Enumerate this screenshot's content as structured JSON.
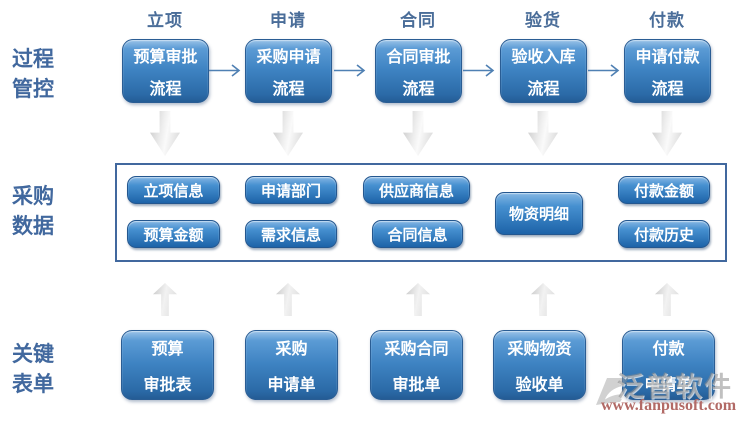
{
  "row_labels": {
    "process": [
      "过程",
      "管控"
    ],
    "data": [
      "采购",
      "数据"
    ],
    "forms": [
      "关键",
      "表单"
    ]
  },
  "stages": [
    {
      "header": "立项",
      "process_line1": "预算审批",
      "process_line2": "流程",
      "data_items": [
        "立项信息",
        "预算金额"
      ],
      "form_line1": "预算",
      "form_line2": "审批表"
    },
    {
      "header": "申请",
      "process_line1": "采购申请",
      "process_line2": "流程",
      "data_items": [
        "申请部门",
        "需求信息"
      ],
      "form_line1": "采购",
      "form_line2": "申请单"
    },
    {
      "header": "合同",
      "process_line1": "合同审批",
      "process_line2": "流程",
      "data_items": [
        "供应商信息",
        "合同信息"
      ],
      "form_line1": "采购合同",
      "form_line2": "审批单"
    },
    {
      "header": "验货",
      "process_line1": "验收入库",
      "process_line2": "流程",
      "data_items": [
        "物资明细"
      ],
      "form_line1": "采购物资",
      "form_line2": "验收单"
    },
    {
      "header": "付款",
      "process_line1": "申请付款",
      "process_line2": "流程",
      "data_items": [
        "付款金额",
        "付款历史"
      ],
      "form_line1": "付款",
      "form_line2": "申请单"
    }
  ],
  "watermark": {
    "brand": "泛普软件",
    "url": "www.fanpusoft.com"
  },
  "colors": {
    "box_blue_top": "#5b9bd5",
    "box_blue_bottom": "#2b6aa7",
    "pill_blue_bottom": "#1d63a8",
    "container_border": "#41689e",
    "header_text": "#4a6d99",
    "row_label_text": "#41689e",
    "flow_arrow": "#4f80b3",
    "block_arrow_silver": "#e6e6e6",
    "watermark_gray": "#8c8c8c",
    "watermark_url_red": "#b26a66",
    "background": "#ffffff"
  }
}
